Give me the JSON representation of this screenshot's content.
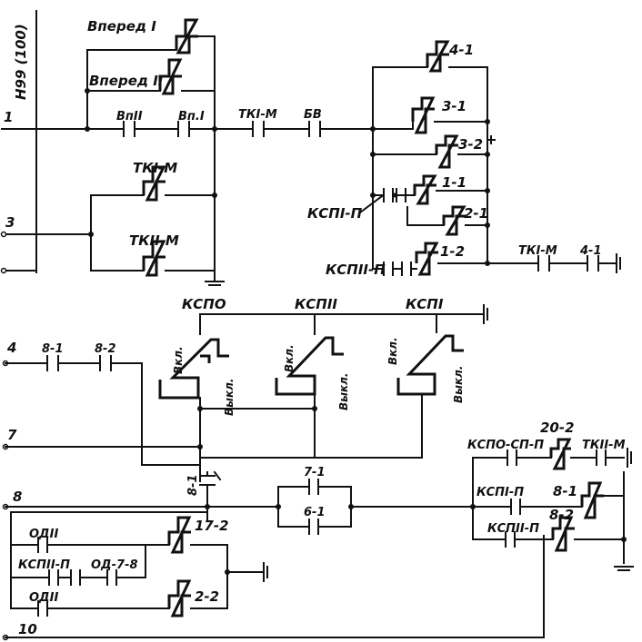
{
  "bus": {
    "label": "Н99 (100)"
  },
  "terminals": {
    "t1": "1",
    "t3": "3",
    "t4": "4",
    "t7": "7",
    "t8": "8",
    "t10": "10"
  },
  "coils": {
    "vpered1": "Вперед I",
    "vpered2": "Вперед II",
    "tk1m_coil": "ТКI-М",
    "tk2m_coil": "ТКII-М",
    "r41": "4-1",
    "r31": "3-1",
    "r32": "3-2",
    "r11": "1-1",
    "r21": "2-1",
    "r12": "1-2",
    "r172": "17-2",
    "r22": "2-2",
    "r202": "20-2",
    "r81b": "8-1",
    "r82b": "8-2"
  },
  "contacts": {
    "vp2": "ВпII",
    "vp1": "Вп.I",
    "tk1m_top": "ТКI-М",
    "bv": "БВ",
    "kspi_p": "КСПI-П",
    "kspii_p": "КСПII-П",
    "tk1m_right": "ТКI-М",
    "c41": "4-1",
    "c81": "8-1",
    "c82": "8-2",
    "c81v": "8-1",
    "c71": "7-1",
    "c61": "6-1",
    "od2a": "ОДII",
    "kspii_p_low": "КСПII-П",
    "od78": "ОД-7-8",
    "od2b": "ОДII",
    "kspo_sp_p": "КСПО-СП-П",
    "tkii_m_low": "ТКII-М",
    "kspi_p_low": "КСПI-П",
    "kspii_p_low2": "КСПII-П"
  },
  "switch_groups": {
    "kspo": "КСПО",
    "kspii": "КСПII",
    "kspi": "КСПI",
    "on_label": "Вкл.",
    "off_label": "Выкл."
  }
}
